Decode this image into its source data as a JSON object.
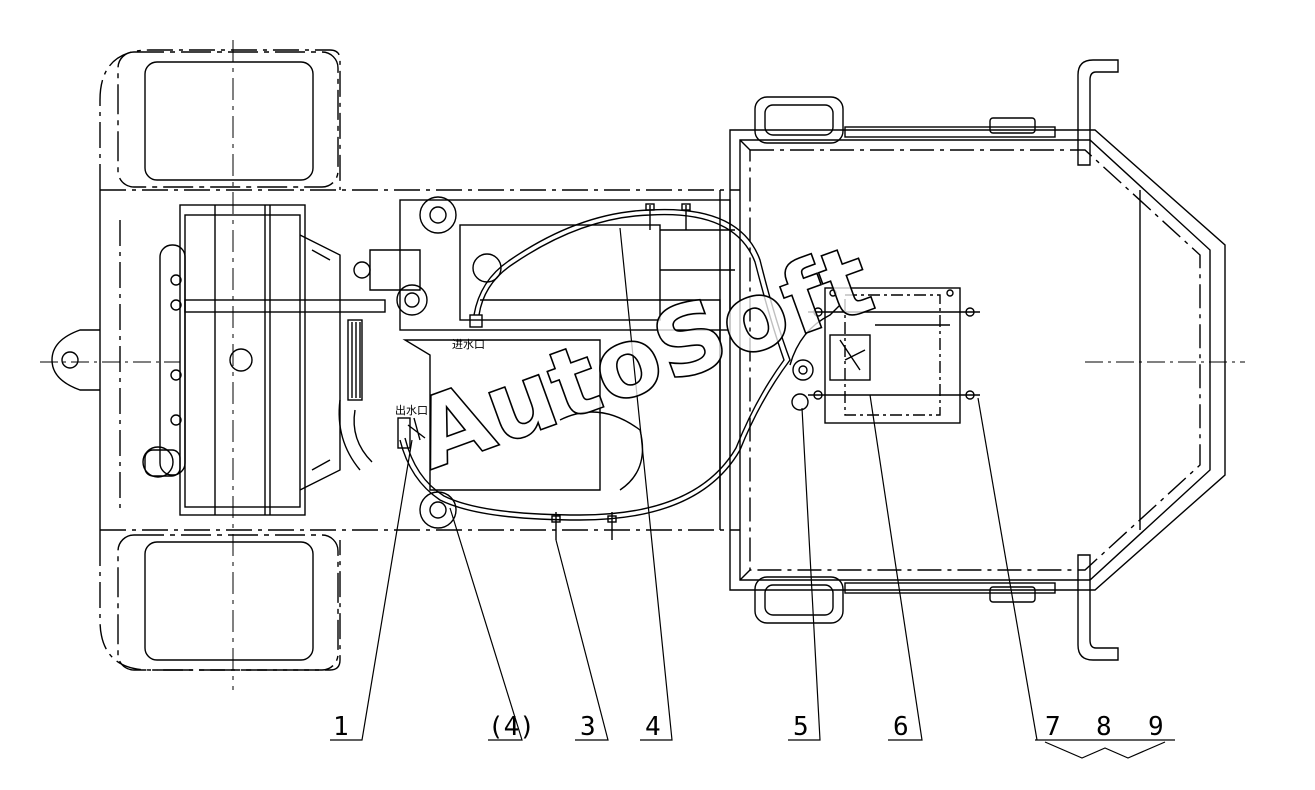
{
  "diagram": {
    "watermark": "AutoSoft",
    "inlet_label": "进水口",
    "outlet_label": "出水口",
    "callouts": [
      "1",
      "(4)",
      "3",
      "4",
      "5",
      "6",
      "7",
      "8",
      "9"
    ],
    "colors": {
      "line": "#000000",
      "background": "#ffffff",
      "watermark_fill": "#ffffff"
    }
  }
}
